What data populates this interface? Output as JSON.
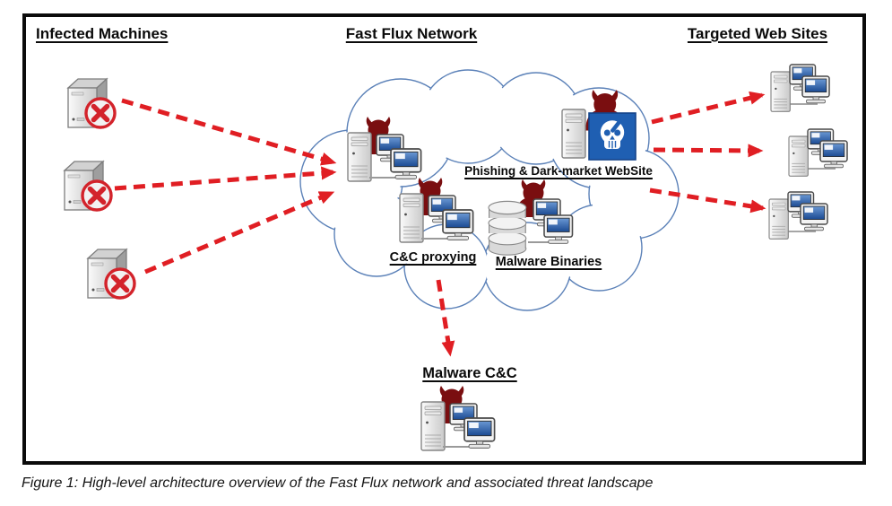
{
  "figure": {
    "caption": "Figure 1: High-level architecture overview of the Fast Flux network and associated threat landscape"
  },
  "sections": {
    "infected": {
      "label": "Infected Machines",
      "machine_count": 3
    },
    "flux": {
      "label": "Fast Flux Network"
    },
    "targets": {
      "label": "Targeted Web Sites",
      "site_count": 3
    }
  },
  "cloud_nodes": {
    "phishing": {
      "label": "Phishing & Dark-market WebSite"
    },
    "cc_proxy": {
      "label": "C&C proxying"
    },
    "malware_binaries": {
      "label": "Malware Binaries"
    }
  },
  "external_nodes": {
    "malware_cc": {
      "label": "Malware C&C"
    }
  },
  "icons": {
    "infected_machine": "server-tower-with-red-x-badge",
    "flux_agent": "devil-with-server-and-monitors",
    "malware_binaries": "devil-with-database-and-monitors",
    "phishing_site": "devil-with-pirate-skull-panel",
    "targeted_site": "server-with-two-monitors",
    "cloud": "network-cloud-outline",
    "arrow": "red-dashed-arrow"
  },
  "colors": {
    "arrow_red": "#e01e23",
    "devil_maroon": "#7a0e10",
    "screen_blue": "#2b62ab",
    "skull_panel_blue": "#1f5fb2",
    "cloud_outline": "#5b81b8",
    "frame_black": "#0b0b0b"
  }
}
